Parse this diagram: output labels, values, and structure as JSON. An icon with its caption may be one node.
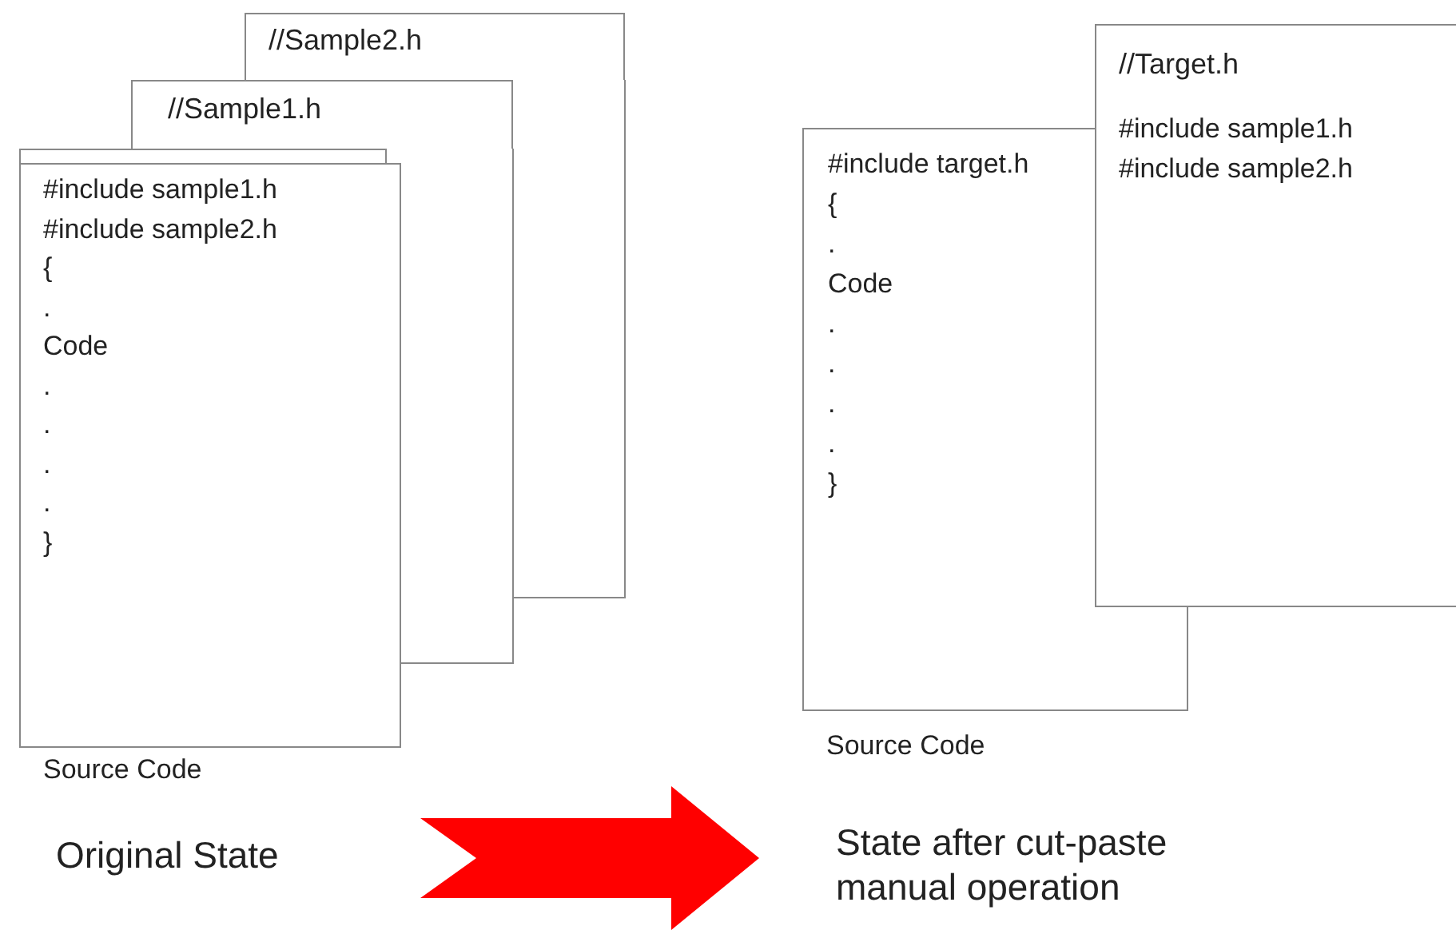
{
  "diagram": {
    "nodes": [
      {
        "text": [
          "//Sample2.h"
        ]
      },
      {
        "text": [
          "//Sample1.h"
        ]
      },
      {
        "text": [],
        "shape": "box"
      },
      {
        "text": [
          "#include sample1.h",
          "#include sample2.h",
          "{",
          ".",
          "Code",
          ".",
          ".",
          ".",
          ".",
          "}"
        ],
        "beside": [
          "Source Code"
        ]
      },
      {
        "text": [
          "#include target.h",
          "{",
          ".",
          "Code",
          ".",
          ".",
          ".",
          ".",
          "}"
        ],
        "beside": [
          "Source Code"
        ]
      },
      {
        "text": [
          "//Target.h",
          "#include sample1.h",
          "#include sample2.h"
        ]
      },
      {
        "text": [
          "Original State"
        ]
      },
      {
        "text": [
          "State after cut-paste manual operation"
        ]
      }
    ],
    "edges": [
      {
        "from": 6,
        "to": 7,
        "arrow": "to",
        "color": "#ff0000"
      }
    ]
  }
}
